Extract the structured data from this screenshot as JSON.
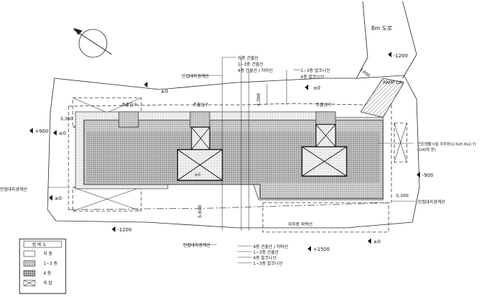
{
  "road_label": "8m 도로",
  "levels": {
    "minus_1200_top": "-1200",
    "minus_1200_bottom": "-1200",
    "plus_900": "+900",
    "zero_a": "±0",
    "zero_b": "±0",
    "zero_c": "±0",
    "zero_d": "±0",
    "zero_e": "±0",
    "zero_f": "±0",
    "minus_900": "-900",
    "plus_1500": "+1500"
  },
  "dimensions": {
    "setback_top_left": "3,300",
    "setback_top_mid": "4,300",
    "setback_right": "3,300",
    "setback_bottom": "5,600",
    "ramp_dim": "3,600"
  },
  "boundary_labels": {
    "top": "인접대지경계선",
    "left": "인접대지경계선",
    "right": "인접대지경계선",
    "bottom": "인접대지경계선"
  },
  "entrances": {
    "left": "주출입구",
    "mid": "주출입구",
    "right": "주출입구"
  },
  "ramp_label": "RAMP DN",
  "parking_label": "근린생활시설 주차장(2.0x5.0x2.7)",
  "parking_count": "(100대 등)",
  "underground_line": "지하층 외벽선",
  "callouts": {
    "top_group": [
      "지층 건물선",
      "1~3층 건물선",
      "4층 건물선 / 처마선"
    ],
    "top_right_group": [
      "1~3층 발코니선",
      "4층 발코니선"
    ],
    "bottom_group": [
      "4층 건물선 / 처마선",
      "1~3층 건물선",
      "4층 발코니선",
      "1~3층 발코니선"
    ]
  },
  "legend": {
    "title": "범 례 도",
    "items": [
      {
        "label": "지 층"
      },
      {
        "label": "1~3 층"
      },
      {
        "label": "4 층"
      },
      {
        "label": "옥 탑"
      }
    ]
  }
}
